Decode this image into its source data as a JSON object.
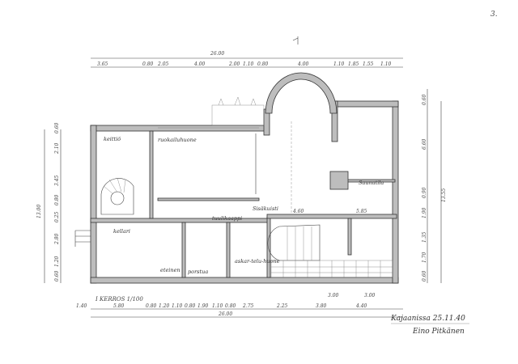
{
  "page_number": "3.",
  "plan_title": "I KERROS 1/100",
  "dimensions": {
    "top_total": "26.00",
    "top": [
      "3.65",
      "0.80",
      "2.05",
      "4.00",
      "2.00",
      "1.10",
      "0.80",
      "4.00",
      "1.10",
      "1.85",
      "1.55",
      "1.10"
    ],
    "bottom_total": "26.00",
    "bottom": [
      "1.40",
      "5.80",
      "0.80",
      "1.20",
      "1.10",
      "0.80",
      "1.90",
      "1.10",
      "0.80",
      "2.75",
      "2.25",
      "3.80",
      "4.40"
    ],
    "left_total": "13.00",
    "left": [
      "0.60",
      "2.10",
      "3.45",
      "0.80",
      "0.25",
      "2.80",
      "1.20",
      "0.60"
    ],
    "right_total": "13.55",
    "right": [
      "0.60",
      "6.60",
      "0.90",
      "1.90",
      "1.35",
      "1.70",
      "0.60"
    ],
    "inner": [
      "4.60",
      "5.85",
      "3.00",
      "3.00"
    ]
  },
  "rooms": {
    "kitchen": "keittiö",
    "dining": "ruokailuhuone",
    "cellar": "kellari",
    "vestibule": "tuulikaappi",
    "hall": "eteinen",
    "porch": "porstua",
    "hobby_room": "askar-telu-huone",
    "sauna": "Saunatila",
    "inner_porch": "Sisäkuisti"
  },
  "signature": {
    "place_date": "Kajaanissa 25.11.40",
    "name": "Eino Pitkänen"
  },
  "colors": {
    "ink": "#333333",
    "wall_fill": "#bdbdbd"
  }
}
